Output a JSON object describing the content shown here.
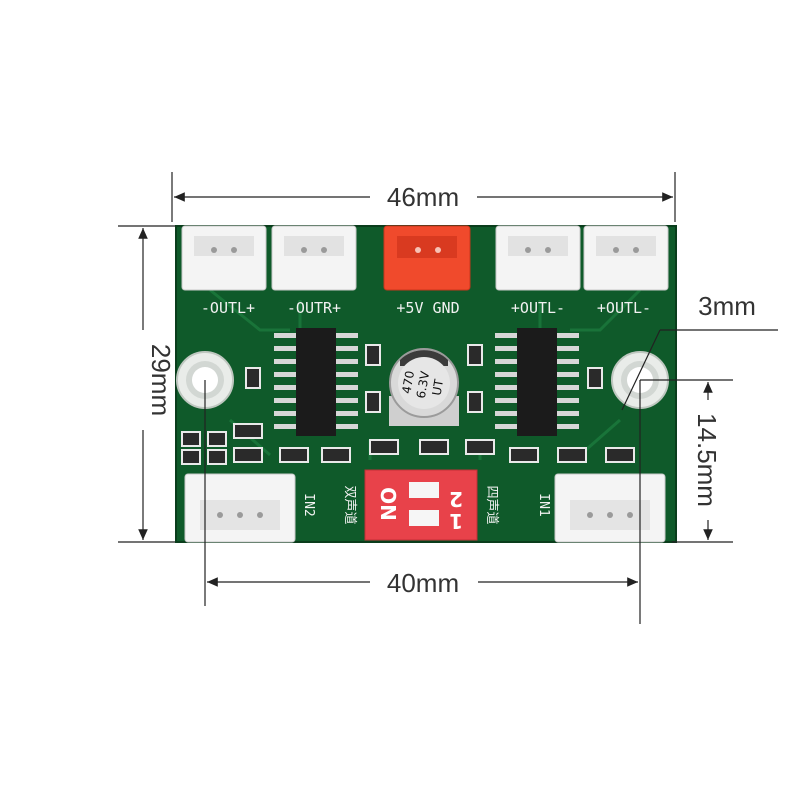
{
  "dimensions": {
    "width": "46mm",
    "height": "29mm",
    "hole_diameter": "3mm",
    "hole_spacing": "40mm",
    "hole_offset": "14.5mm"
  },
  "silkscreen": {
    "out1": "-OUTL+",
    "out2": "-OUTR+",
    "power": "+5V GND",
    "out3": "+OUTL-",
    "out4": "+OUTL-",
    "in_left": "IN2",
    "in_right": "IN1",
    "dual_channel": "双声道",
    "four_channel": "四声道"
  },
  "capacitor": {
    "line1": "470",
    "line2": "6.3V",
    "line3": "UT"
  },
  "dip_switch": {
    "on_label": "ON",
    "pos1": "1",
    "pos2": "2"
  },
  "colors": {
    "pcb": "#0f5a2a",
    "connector_white": "#f4f4f4",
    "connector_red": "#f04a2c",
    "dip_red": "#e8424a"
  }
}
